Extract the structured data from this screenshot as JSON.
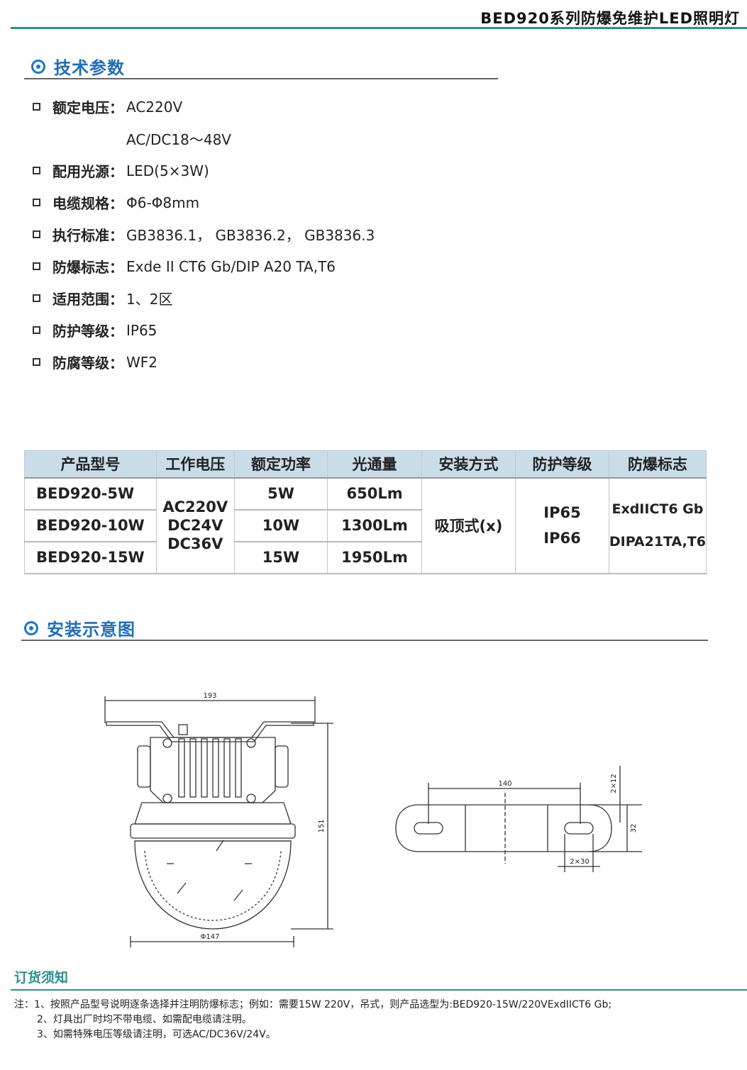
{
  "header": {
    "title": "BED920系列防爆免维护LED照明灯"
  },
  "tech_section": {
    "title": "技术参数"
  },
  "specs": [
    {
      "label": "额定电压：",
      "value": "AC220V"
    },
    {
      "label": "",
      "value": "AC/DC18～48V"
    },
    {
      "label": "配用光源：",
      "value": "LED(5×3W)"
    },
    {
      "label": "电缆规格：",
      "value": "Φ6-Φ8mm"
    },
    {
      "label": "执行标准：",
      "value": "GB3836.1，  GB3836.2，  GB3836.3"
    },
    {
      "label": "防爆标志：",
      "value": "Exde II CT6 Gb/DIP A20 TA,T6"
    },
    {
      "label": "适用范围：",
      "value": "1、2区"
    },
    {
      "label": "防护等级：",
      "value": "IP65"
    },
    {
      "label": "防腐等级：",
      "value": "WF2"
    }
  ],
  "table": {
    "headers": [
      "产品型号",
      "工作电压",
      "额定功率",
      "光通量",
      "安装方式",
      "防护等级",
      "防爆标志"
    ],
    "rows": [
      {
        "model": "BED920-5W",
        "power": "5W",
        "flux": "650Lm"
      },
      {
        "model": "BED920-10W",
        "power": "10W",
        "flux": "1300Lm"
      },
      {
        "model": "BED920-15W",
        "power": "15W",
        "flux": "1950Lm"
      }
    ],
    "voltage": [
      "AC220V",
      "DC24V",
      "DC36V"
    ],
    "mount": "吸顶式(x)",
    "protection": [
      "IP65",
      "IP66"
    ],
    "explosion_mark": [
      "ExdIICT6 Gb",
      "DIPA21TA,T6"
    ]
  },
  "install_section": {
    "title": "安装示意图"
  },
  "drawing": {
    "dims": {
      "width_top": "193",
      "height": "151",
      "diameter": "Φ147",
      "bracket_len": "140",
      "hole_w": "2×12",
      "bracket_h": "32",
      "slot": "2×30"
    }
  },
  "order": {
    "title": "订货须知",
    "notes": [
      "注：1、按照产品型号说明逐条选择并注明防爆标志；例如：需要15W  220V，吊式，则产品选型为:BED920-15W/220VExdIICT6 Gb;",
      "2、灯具出厂时均不带电缆、如需配电缆请注明。",
      "3、如需特殊电压等级请注明，可选AC/DC36V/24V。"
    ]
  }
}
